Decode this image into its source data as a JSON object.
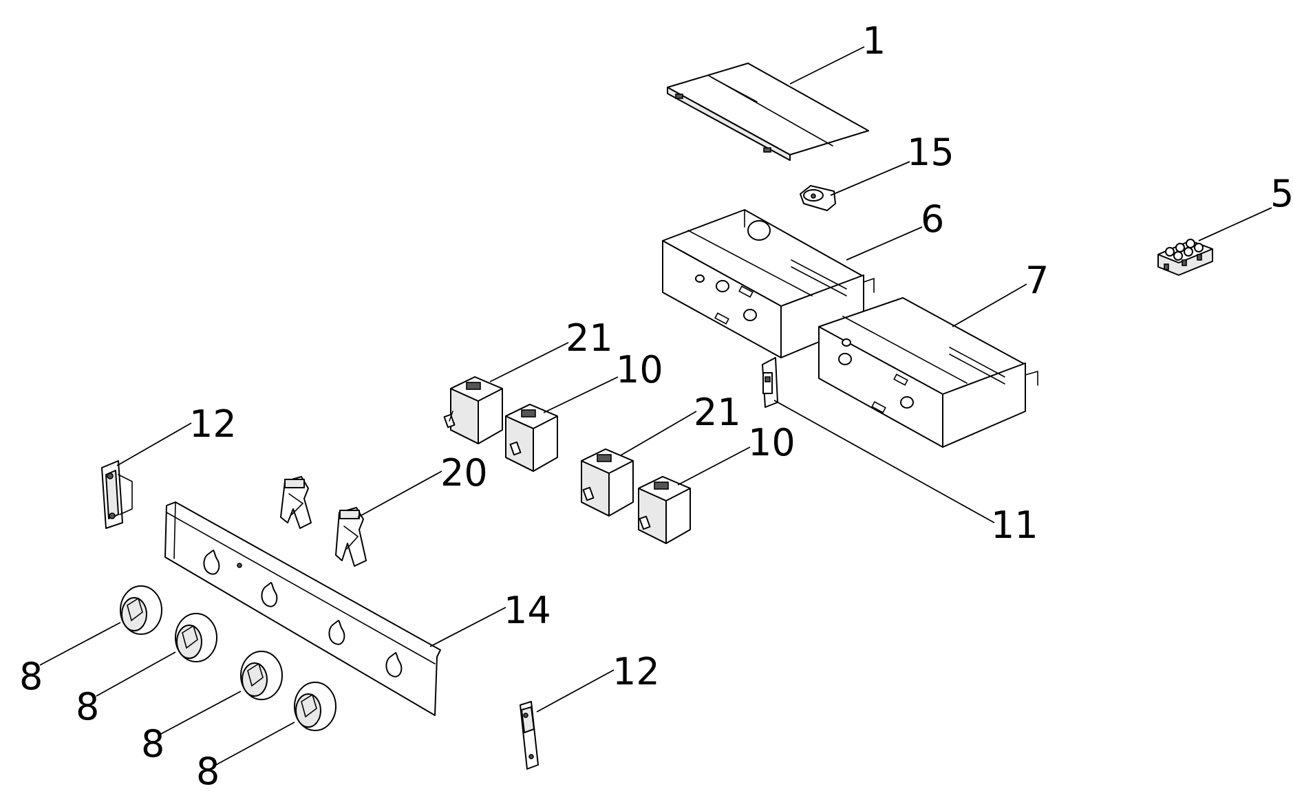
{
  "diagram": {
    "callouts": {
      "c1": "1",
      "c15": "15",
      "c5": "5",
      "c6": "6",
      "c7": "7",
      "c21a": "21",
      "c10a": "10",
      "c21b": "21",
      "c10b": "10",
      "c11": "11",
      "c12a": "12",
      "c20": "20",
      "c14": "14",
      "c12b": "12",
      "c8a": "8",
      "c8b": "8",
      "c8c": "8",
      "c8d": "8"
    }
  }
}
